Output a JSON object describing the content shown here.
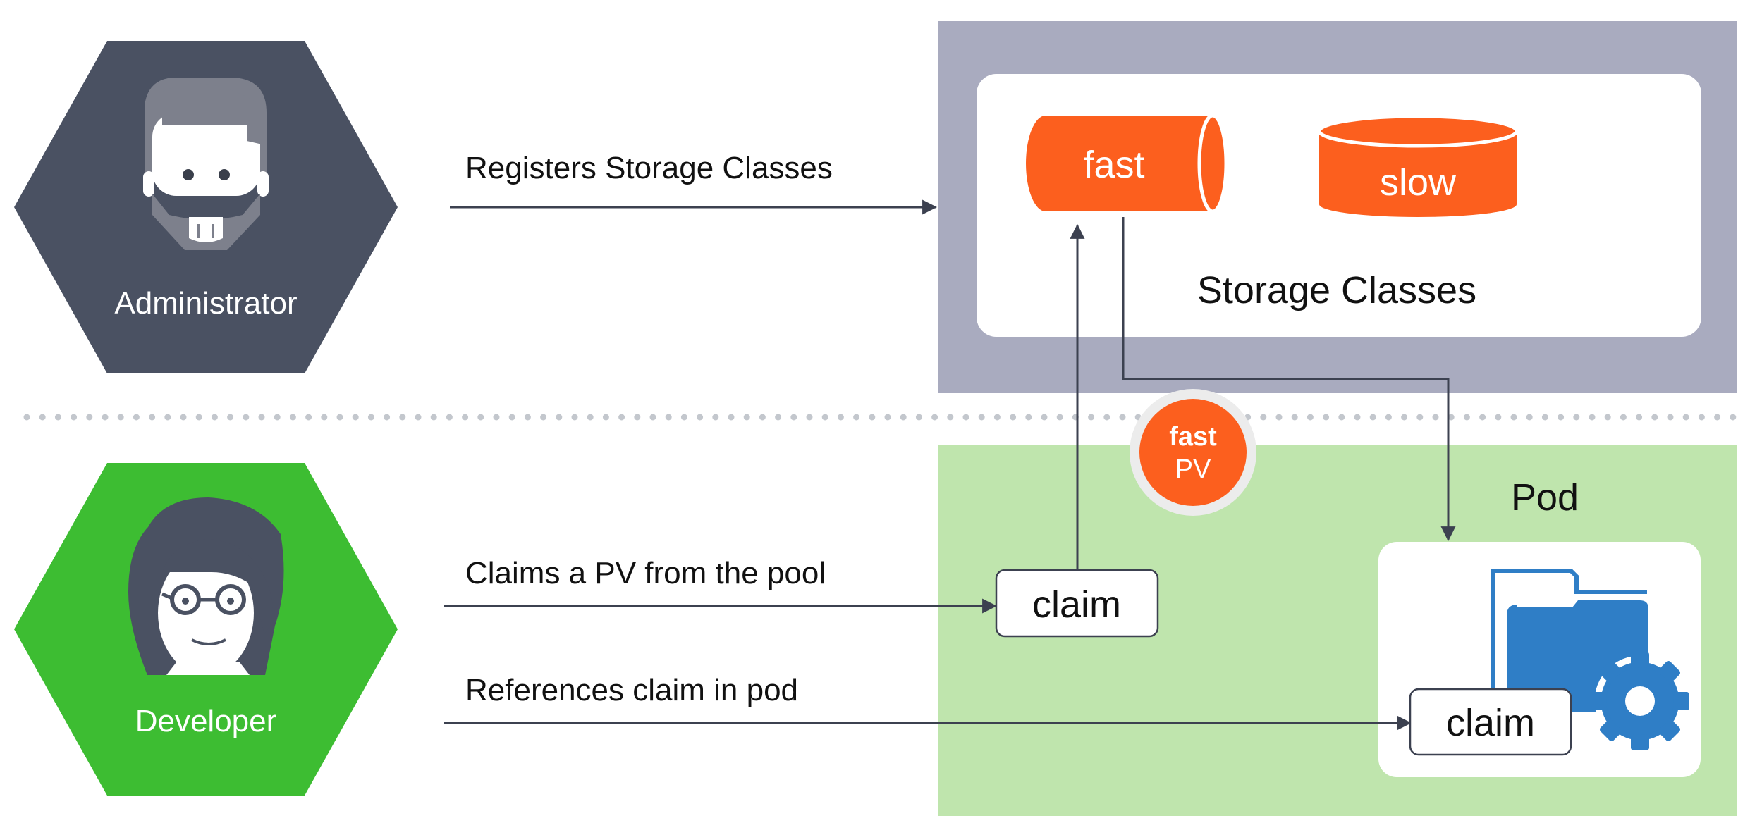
{
  "actors": {
    "administrator": "Administrator",
    "developer": "Developer"
  },
  "flows": {
    "registers": "Registers Storage Classes",
    "claims": "Claims a PV from the pool",
    "references": "References claim in pod"
  },
  "storage": {
    "fast_label": "fast",
    "slow_label": "slow",
    "panel_title": "Storage Classes"
  },
  "pv": {
    "line1": "fast",
    "line2": "PV"
  },
  "cluster": {
    "claim_label": "claim",
    "pod_title": "Pod",
    "pod_claim_label": "claim"
  },
  "colors": {
    "admin_hex": "#4a5162",
    "dev_hex": "#3dbd32",
    "admin_zone": "#a9abbf",
    "dev_zone": "#bfe5ad",
    "accent_orange": "#fc5f1e",
    "folder_blue": "#2f7ec6",
    "line": "#3c4150"
  },
  "icons": {
    "admin_avatar": "bearded-man-icon",
    "dev_avatar": "woman-with-glasses-icon",
    "fast": "cylinder-horizontal-icon",
    "slow": "cylinder-vertical-icon",
    "pod": "folder-with-gear-icon"
  }
}
